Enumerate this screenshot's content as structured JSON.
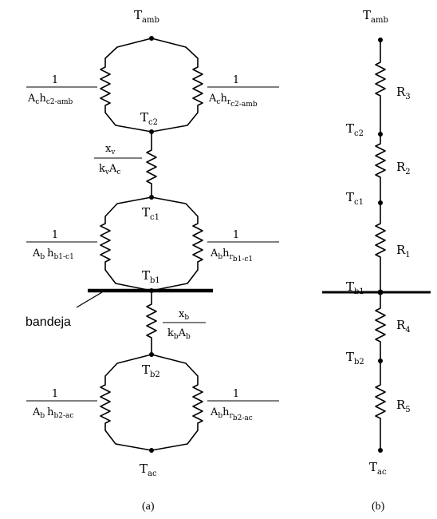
{
  "circuit_a": {
    "caption": "(a)",
    "bandeja_label": "bandeja",
    "nodes": {
      "t_amb": {
        "base": "T",
        "sub": "amb"
      },
      "t_c2": {
        "base": "T",
        "sub": "c2"
      },
      "t_c1": {
        "base": "T",
        "sub": "c1"
      },
      "t_b1": {
        "base": "T",
        "sub": "b1"
      },
      "t_b2": {
        "base": "T",
        "sub": "b2"
      },
      "t_ac": {
        "base": "T",
        "sub": "ac"
      }
    },
    "resistances": {
      "conv_c2_amb": {
        "num": "1",
        "den_1": "A",
        "den_1_sub": "c",
        "den_2": "h",
        "den_2_sub": "c2-amb"
      },
      "rad_c2_amb": {
        "num": "1",
        "den_1": "A",
        "den_1_sub": "c",
        "den_2": "h",
        "den_2_sub": "r",
        "den_2_subsub": "c2-amb"
      },
      "cond_v": {
        "num": "x",
        "num_sub": "v",
        "den_1": "k",
        "den_1_sub": "v",
        "den_2": "A",
        "den_2_sub": "c"
      },
      "conv_b1_c1": {
        "num": "1",
        "den_1": "A",
        "den_1_sub": "b",
        "den_2": "h",
        "den_2_sub": "b1-c1"
      },
      "rad_b1_c1": {
        "num": "1",
        "den_1": "A",
        "den_1_sub": "b",
        "den_2": "h",
        "den_2_sub": "r",
        "den_2_subsub": "b1-c1"
      },
      "cond_b": {
        "num": "x",
        "num_sub": "b",
        "den_1": "k",
        "den_1_sub": "b",
        "den_2": "A",
        "den_2_sub": "b"
      },
      "conv_b2_ac": {
        "num": "1",
        "den_1": "A",
        "den_1_sub": "b",
        "den_2": "h",
        "den_2_sub": "b2-ac"
      },
      "rad_b2_ac": {
        "num": "1",
        "den_1": "A",
        "den_1_sub": "b",
        "den_2": "h",
        "den_2_sub": "r",
        "den_2_subsub": "b2-ac"
      }
    }
  },
  "circuit_b": {
    "caption": "(b)",
    "nodes": {
      "t_amb": {
        "base": "T",
        "sub": "amb"
      },
      "t_c2": {
        "base": "T",
        "sub": "c2"
      },
      "t_c1": {
        "base": "T",
        "sub": "c1"
      },
      "t_b1": {
        "base": "T",
        "sub": "b1"
      },
      "t_b2": {
        "base": "T",
        "sub": "b2"
      },
      "t_ac": {
        "base": "T",
        "sub": "ac"
      }
    },
    "resistors": {
      "r3": {
        "base": "R",
        "sub": "3"
      },
      "r2": {
        "base": "R",
        "sub": "2"
      },
      "r1": {
        "base": "R",
        "sub": "1"
      },
      "r4": {
        "base": "R",
        "sub": "4"
      },
      "r5": {
        "base": "R",
        "sub": "5"
      }
    }
  }
}
